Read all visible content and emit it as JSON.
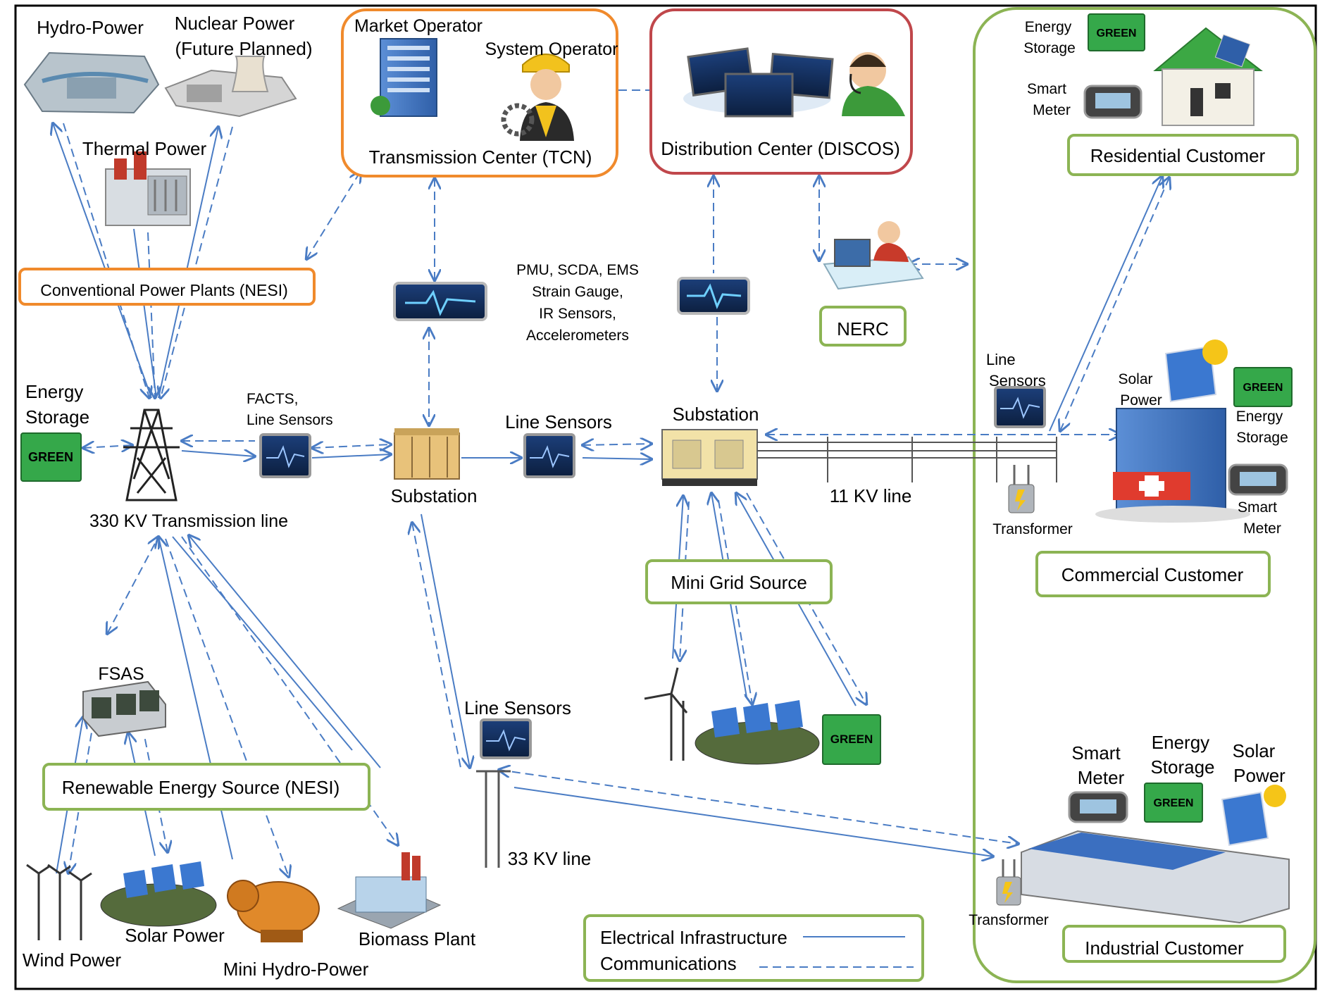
{
  "colors": {
    "line": "#4a7cc4",
    "green_box": "#8cb454",
    "orange_box": "#f08a2c",
    "red_box": "#c0474b",
    "monitor": "#1f3b6b",
    "battery": "#35a84a"
  },
  "labels": {
    "hydro": "Hydro-Power",
    "nuclear1": "Nuclear Power",
    "nuclear2": "(Future Planned)",
    "thermal": "Thermal Power",
    "market": "Market Operator",
    "system": "System Operator",
    "tcn": "Transmission Center (TCN)",
    "discos": "Distribution Center (DISCOS)",
    "conventional": "Conventional Power Plants (NESI)",
    "nerc": "NERC",
    "pmu1": "PMU, SCDA, EMS",
    "pmu2": "Strain Gauge,",
    "pmu3": "IR Sensors,",
    "pmu4": "Accelerometers",
    "energy_storage_1": "Energy",
    "energy_storage_2": "Storage",
    "facts1": "FACTS,",
    "facts2": "Line Sensors",
    "kv330": "330 KV Transmission line",
    "substation": "Substation",
    "line_sensors": "Line Sensors",
    "line_label": "Line",
    "sensors_label": "Sensors",
    "kv11": "11 KV line",
    "kv33": "33 KV line",
    "mini_grid": "Mini Grid Source",
    "fsas": "FSAS",
    "renewable": "Renewable Energy Source (NESI)",
    "wind": "Wind Power",
    "solar": "Solar Power",
    "solar1": "Solar",
    "power1": "Power",
    "mini_hydro": "Mini Hydro-Power",
    "biomass": "Biomass Plant",
    "smart1": "Smart",
    "meter1": "Meter",
    "residential": "Residential Customer",
    "commercial": "Commercial Customer",
    "industrial": "Industrial Customer",
    "transformer": "Transformer",
    "legend_elec": "Electrical Infrastructure",
    "legend_comm": "Communications",
    "battery_text": "GREEN"
  }
}
